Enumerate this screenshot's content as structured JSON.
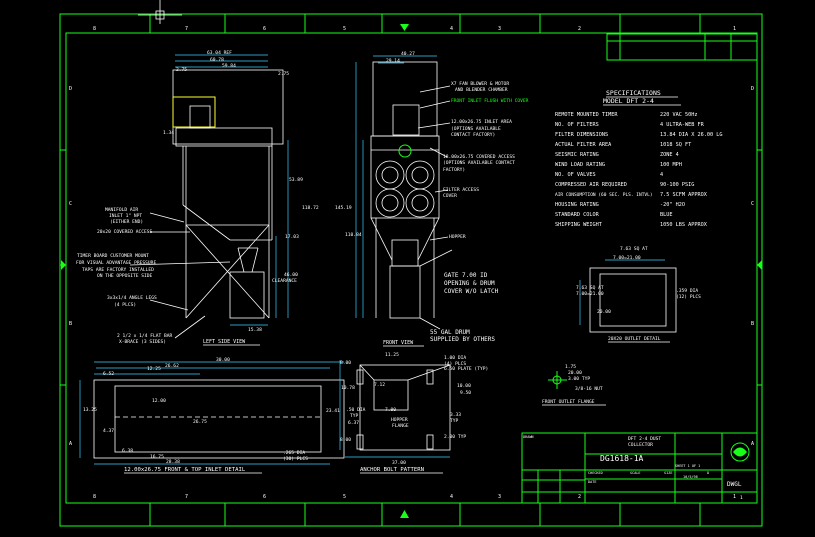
{
  "colors": {
    "background": "#000000",
    "border": "#19ff19",
    "linework": "#ffffff",
    "highlight": "#ffff33",
    "dimension": "#35d0ff"
  },
  "border_grid": {
    "top": [
      "8",
      "7",
      "6",
      "5",
      "4",
      "3",
      "2",
      "1"
    ],
    "bottom": [
      "8",
      "7",
      "6",
      "5",
      "4",
      "3",
      "2",
      "1"
    ],
    "left": [
      "D",
      "C",
      "B",
      "A"
    ],
    "right": [
      "D",
      "C",
      "B",
      "A"
    ]
  },
  "specifications": {
    "title": "SPECIFICATIONS",
    "model": "MODEL DFT 2-4",
    "rows": [
      {
        "label": "REMOTE MOUNTED TIMER",
        "value": "220 VAC 50Hz"
      },
      {
        "label": "NO. OF FILTERS",
        "value": "4 ULTRA-WEB FR"
      },
      {
        "label": "FILTER DIMENSIONS",
        "value": "13.84 DIA X 26.00 LG"
      },
      {
        "label": "ACTUAL FILTER AREA",
        "value": "1018 SQ FT"
      },
      {
        "label": "SEISMIC RATING",
        "value": "ZONE 4"
      },
      {
        "label": "WIND LOAD RATING",
        "value": "100 MPH"
      },
      {
        "label": "NO. OF VALVES",
        "value": "4"
      },
      {
        "label": "COMPRESSED AIR REQUIRED",
        "value": "90-100 PSIG"
      },
      {
        "label": "AIR CONSUMPTION (60 SEC. PLS. INTVL)",
        "value": "7.5 SCFM APPROX"
      },
      {
        "label": "HOUSING RATING",
        "value": "-20\" H2O"
      },
      {
        "label": "STANDARD COLOR",
        "value": "BLUE"
      },
      {
        "label": "SHIPPING WEIGHT",
        "value": "1050 LBS APPROX"
      }
    ]
  },
  "views": {
    "left_side": "LEFT SIDE VIEW",
    "front": "FRONT VIEW",
    "inlet": "12.00x26.75 FRONT & TOP INLET DETAIL",
    "anchor": "ANCHOR BOLT PATTERN",
    "outlet": "20X20 OUTLET DETAIL",
    "flange": "FRONT OUTLET FLANGE"
  },
  "left_notes": {
    "manifold": [
      "MANIFOLD AIR",
      "INLET 1\" NPT",
      "(EITHER END)"
    ],
    "access": "20x20 COVERED ACCESS",
    "timer": [
      "TIMER BOARD CUSTOMER MOUNT",
      "FOR VISUAL ADVANTAGE PRESSURE",
      "TAPS ARE FACTORY INSTALLED",
      "ON THE OPPOSITE SIDE"
    ],
    "angle": [
      "3x3x1/4 ANGLE LEGS",
      "(4 PLCS)"
    ],
    "flatbar": [
      "2 1/2 x 1/4 FLAT BAR",
      "X-BRACE (3 SIDES)"
    ]
  },
  "left_dims": {
    "d1": "63.04 REF",
    "d2": "60.78",
    "d3": "59.84",
    "d4": "2.75",
    "d5": "2.75",
    "d6": "1.34",
    "d7": "53.89",
    "d8": "118.72",
    "d9": "17.03",
    "d10": "46.00",
    "d11": "CLEARANCE",
    "d12": "15.38"
  },
  "front_notes": {
    "fan": [
      "X7 FAN BLOWER & MOTOR",
      "AND BLENDER CHAMBER"
    ],
    "inlet": "FRONT INLET FLUSH WITH COVER",
    "inlet_area": [
      "12.00x26.75 INLET AREA",
      "(OPTIONS AVAILABLE",
      "CONTACT FACTORY)"
    ],
    "covered": [
      "18.00x26.75 COVERED ACCESS",
      "(OPTIONS AVAILABLE CONTACT",
      "FACTORY)"
    ],
    "filter": [
      "FILTER ACCESS",
      "COVER"
    ],
    "hopper": "HOPPER",
    "gate": [
      "GATE 7.00 ID",
      "OPENING & DRUM",
      "COVER W/O LATCH"
    ],
    "drum": [
      "55 GAL DRUM",
      "SUPPLIED BY OTHERS"
    ]
  },
  "front_dims": {
    "d1": "40.27",
    "d2": "29.14",
    "d3": "145.19",
    "d4": "110.84"
  },
  "inlet_dims": {
    "a": "30.00",
    "b": "26.62",
    "c": "12.25",
    "d": "6.52",
    "e": "12.00",
    "f": "26.75",
    "g": "13.25",
    "h": "4.37",
    "i": "6.37",
    "j": "6.38",
    "k": "16.75",
    "l": "28.38",
    "m": ".265 DIA",
    "n": "(30) PLCS"
  },
  "anchor_dims": {
    "a": "8.00",
    "b": "11.25",
    "c": "1.00 DIA",
    "d": "(4) PLCS",
    "e": "6.50 PLATE (TYP)",
    "f": "10.78",
    "g": "7.12",
    "h": "23.41",
    "i": ".50 DIA",
    "j": "TYP",
    "k": "7.00",
    "l": "10.00",
    "m": "9.50",
    "n": "3.33",
    "o": "TYP",
    "p": "2.00 TYP",
    "q": "8.00",
    "r": "37.00",
    "s": "HOPPER",
    "t": "FLANGE"
  },
  "outlet_dims": {
    "a": "7.63 SQ AT",
    "b": "7.00=21.00",
    "c": "7.00=21.00",
    "d": "20.00",
    "e": "7.63 SQ AT",
    "f": "7.00=21.00",
    "g": ".359 DIA",
    "h": "(12) PLCS"
  },
  "flange_dims": {
    "a": "1.75",
    "b": "20.00",
    "c": "3.00 TYP",
    "d": "3/8-16 NUT"
  },
  "title_block": {
    "drawing_title": [
      "DFT 2-4 DUST",
      "COLLECTOR"
    ],
    "drawing_number": "DG1618-1A",
    "scale": "DWGL",
    "sheet": "1",
    "small": [
      "DRAWN",
      "CHECKED",
      "DATE",
      "SCALE",
      "SIZE",
      "D",
      "SHEET 1 OF 1",
      "10/5/98"
    ]
  }
}
